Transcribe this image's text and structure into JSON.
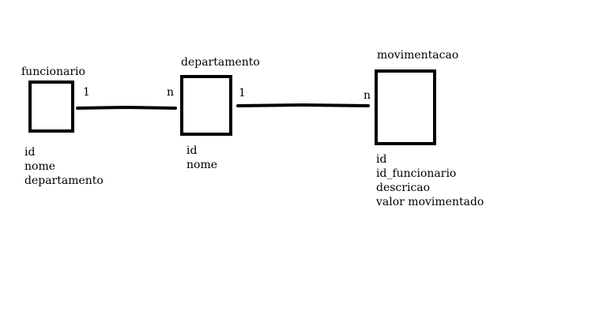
{
  "entities": [
    {
      "name": "funcionario",
      "attributes": [
        "id",
        "nome",
        "departamento"
      ]
    },
    {
      "name": "departamento",
      "attributes": [
        "id",
        "nome"
      ]
    },
    {
      "name": "movimentacao",
      "attributes": [
        "id",
        "id_funcionario",
        "descricao",
        "valor movimentado"
      ]
    }
  ],
  "relationships": [
    {
      "from": "funcionario",
      "to": "departamento",
      "from_card": "1",
      "to_card": "n"
    },
    {
      "from": "departamento",
      "to": "movimentacao",
      "from_card": "1",
      "to_card": "n"
    }
  ],
  "colors": {
    "stroke": "#000000",
    "background": "#ffffff"
  }
}
